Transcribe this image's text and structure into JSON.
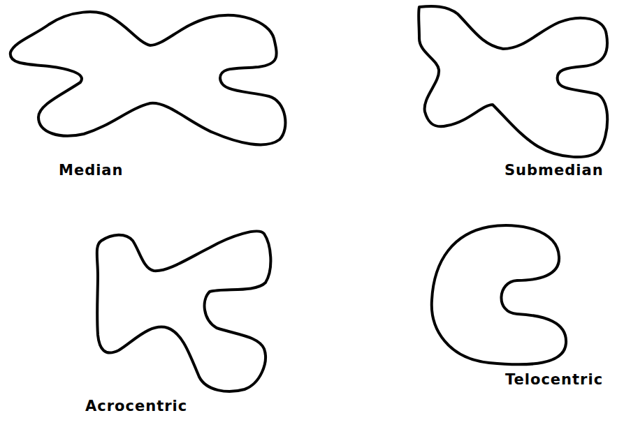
{
  "diagram": {
    "labels": [
      "Median",
      "Submedian",
      "Acrocentric",
      "Telocentric"
    ]
  }
}
